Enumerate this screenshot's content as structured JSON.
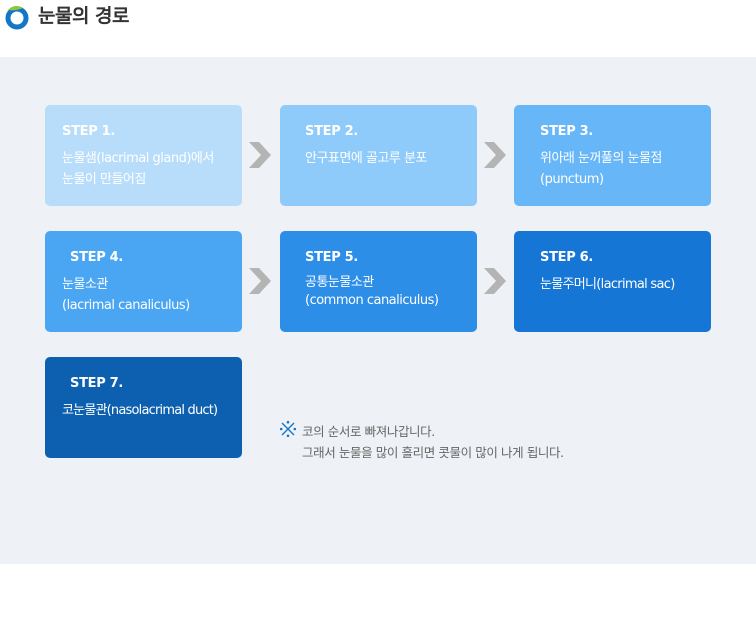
{
  "title": "눈물의 경로",
  "steps": [
    {
      "label": "STEP 1.",
      "desc": "눈물샘(lacrimal gland)에서\n눈물이 만들어짐",
      "color": "#b8ddfb"
    },
    {
      "label": "STEP 2.",
      "desc": "안구표면에 골고루 분포",
      "color": "#8ecbfa"
    },
    {
      "label": "STEP 3.",
      "desc": "위아래 눈꺼풀의 눈물점\n(punctum)",
      "color": "#67b6f8"
    },
    {
      "label": "STEP 4.",
      "desc": "눈물소관\n(lacrimal canaliculus)",
      "color": "#4aa6f3"
    },
    {
      "label": "STEP 5.",
      "desc": "공통눈물소관\n(common canaliculus)",
      "color": "#2d8ee8"
    },
    {
      "label": "STEP 6.",
      "desc": "눈물주머니(lacrimal sac)",
      "color": "#1676d6"
    },
    {
      "label": "STEP 7.",
      "desc": "코눈물관(nasolacrimal duct)",
      "color": "#0d60b0"
    }
  ],
  "note": {
    "line1": "코의 순서로 빠져나갑니다.",
    "line2": "그래서 눈물을 많이 흘리면 콧물이 많이 나게 됩니다."
  },
  "colors": {
    "arrow": "#b4b4b4",
    "panel": "#eef2f6",
    "icon_blue": "#1576c8",
    "icon_green": "#8dc63f"
  },
  "icons": {
    "title": "ring-leaf-icon",
    "arrow": "chevron-right-icon",
    "note": "reference-mark-icon"
  }
}
